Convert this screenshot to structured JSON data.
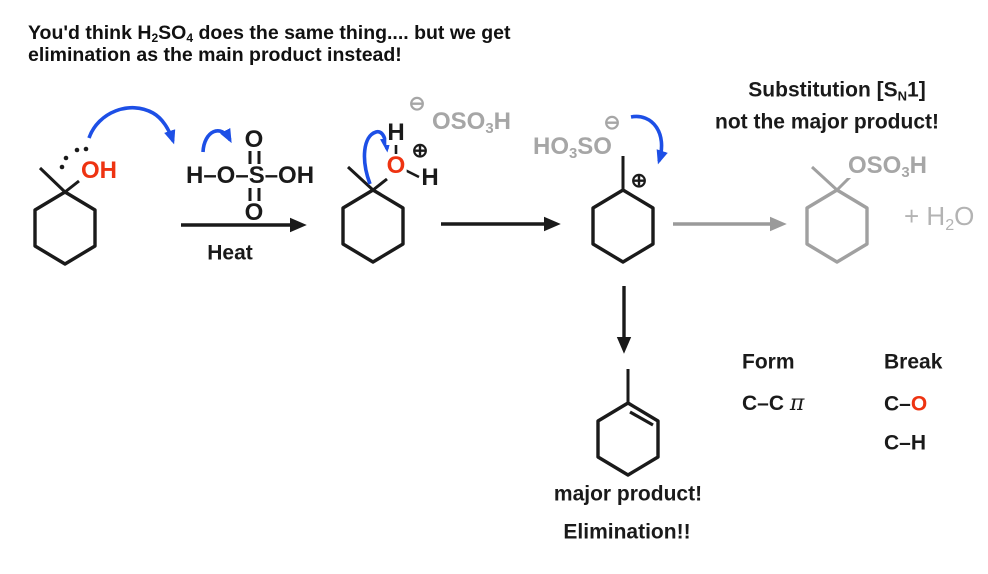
{
  "colors": {
    "black": "#1a1a1a",
    "red": "#ee3311",
    "blue": "#1d4fe6",
    "gray_text": "#a6a6a6",
    "light_gray_text": "#b3b3b3",
    "gray_structure": "#a0a0a0",
    "gray_arrow": "#9a9a9a"
  },
  "heading": {
    "l1a": "You'd think H",
    "l1sub1": "2",
    "l1b": "SO",
    "l1sub2": "4",
    "l1c": " does the same thing.... but we get",
    "l2": "elimination as the main product instead!"
  },
  "step1": {
    "oh": "OH",
    "acid": "H–O–S–OH",
    "acid_top_o": "O",
    "acid_bottom_o": "O",
    "condition": "Heat"
  },
  "step2": {
    "h_top": "H",
    "o": "O",
    "h_right": "H",
    "plus": "⊕",
    "minus": "⊖",
    "counterion_a": "OSO",
    "counterion_sub": "3",
    "counterion_b": "H"
  },
  "step3": {
    "plus": "⊕",
    "minus": "⊖",
    "counterion_a": "HO",
    "counterion_sub": "3",
    "counterion_b": "SO"
  },
  "substitution": {
    "title_a": "Substitution [S",
    "title_sub": "N",
    "title_b": "1]",
    "subtitle": "not the major product!",
    "group_a": "OSO",
    "group_sub": "3",
    "group_b": "H",
    "byproduct_a": "+ H",
    "byproduct_sub": "2",
    "byproduct_b": "O"
  },
  "elimination": {
    "caption1": "major product!",
    "caption2": "Elimination!!"
  },
  "form_break": {
    "form_header": "Form",
    "break_header": "Break",
    "form_bond_a": "C–C ",
    "form_bond_pi": "π",
    "break_bond1_a": "C–",
    "break_bond1_b": "O",
    "break_bond2": "C–H"
  }
}
